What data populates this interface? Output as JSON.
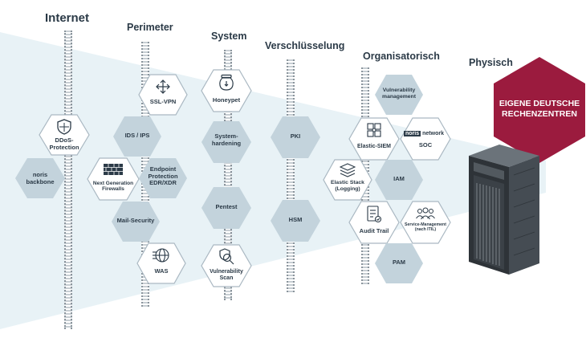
{
  "columns": {
    "internet": "Internet",
    "perimeter": "Perimeter",
    "system": "System",
    "encryption": "Verschlüsselung",
    "organisational": "Organisatorisch",
    "physical": "Physisch"
  },
  "internet": {
    "ddos": "DDoS-\nProtection",
    "backbone": "noris\nbackbone"
  },
  "perimeter": {
    "ssl_vpn": "SSL-VPN",
    "ids_ips": "IDS / IPS",
    "ngfw": "Next Generation\nFirewalls",
    "endpoint": "Endpoint\nProtection\nEDR/XDR",
    "mail": "Mail-Security",
    "was": "WAS"
  },
  "system": {
    "honeypot": "Honeypet",
    "hardening": "System-\nhardening",
    "pentest": "Pentest",
    "vuln_scan": "Vulnerability\nScan"
  },
  "encryption": {
    "pki": "PKI",
    "hsm": "HSM"
  },
  "organisational": {
    "vuln_mgmt": "Vulnerability\nmanagement",
    "siem": "Elastic-SIEM",
    "soc_logo_left": "noris",
    "soc_logo_right": "network",
    "soc": "SOC",
    "elastic_stack": "Elastic Stack\n(Logging)",
    "iam": "IAM",
    "audit": "Audit Trail",
    "service_mgmt": "Service-Management\n(nach ITIL)",
    "pam": "PAM"
  },
  "physical": {
    "datacenter": "EIGENE DEUTSCHE\nRECHENZENTREN"
  },
  "colors": {
    "navy": "#2b3a47",
    "hex_filled": "#c3d3dc",
    "hex_border": "#aab8c2",
    "accent_red": "#9b1b3e",
    "funnel": "#e8f2f6"
  }
}
